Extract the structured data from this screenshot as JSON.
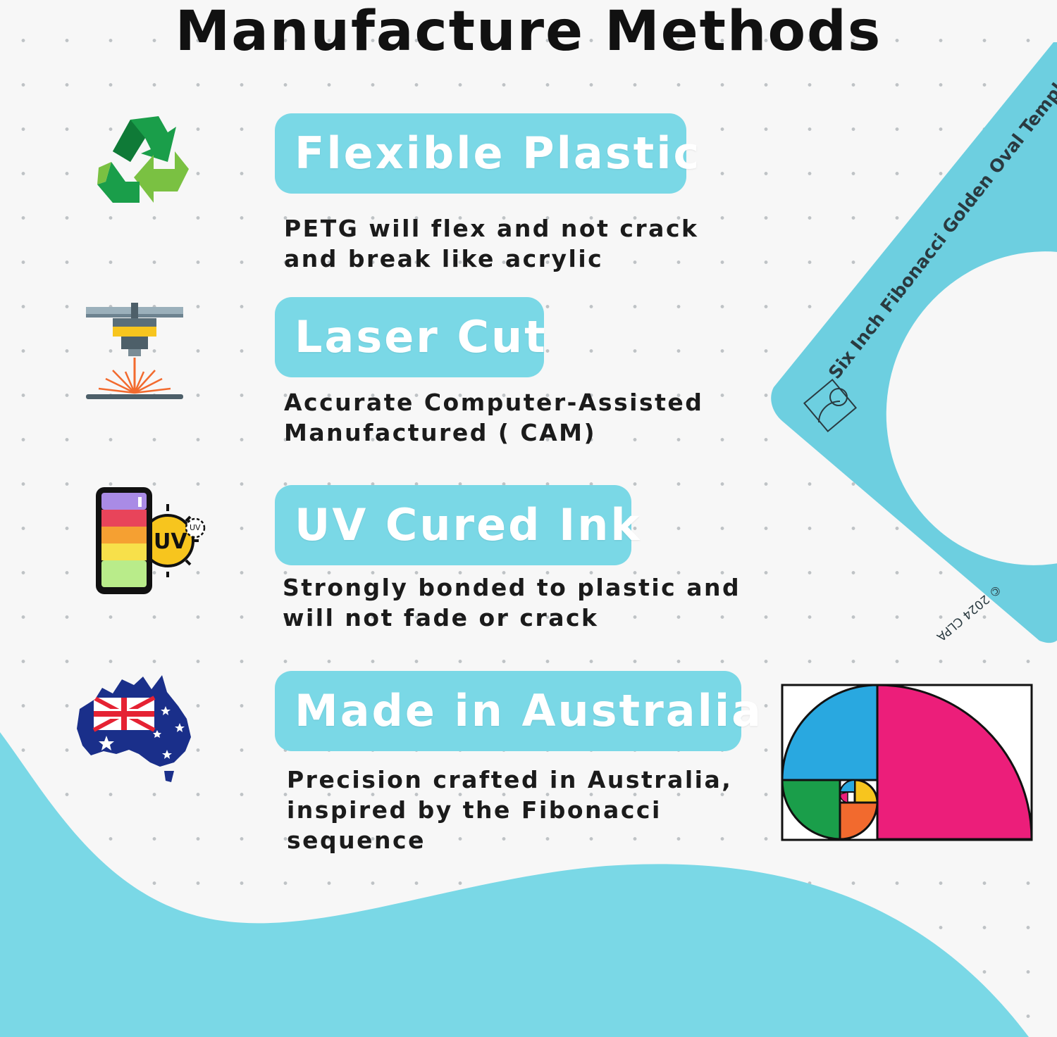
{
  "page": {
    "title": "Manufacture Methods"
  },
  "features": [
    {
      "icon": "recycle-icon",
      "heading": "Flexible Plastic",
      "description": "PETG will flex and not crack\nand break like acrylic"
    },
    {
      "icon": "laser-cutter-icon",
      "heading": "Laser Cut",
      "description": "Accurate Computer-Assisted\nManufactured ( CAM)"
    },
    {
      "icon": "uv-ink-icon",
      "heading": "UV Cured Ink",
      "description": "Strongly bonded to plastic and\nwill not fade or crack"
    },
    {
      "icon": "australia-flag-map-icon",
      "heading": "Made in Australia",
      "description": "Precision crafted in Australia,\ninspired by the Fibonacci\nsequence"
    }
  ],
  "product": {
    "template_label": "Six Inch Fibonacci Golden Oval Template",
    "copyright": "© 2024 CLPA",
    "uv_badge": "UV",
    "uv_badge_small": "UV"
  },
  "colors": {
    "accent": "#7ad8e6",
    "template": "#6dcfe0",
    "spiral_blue": "#29a8e0",
    "spiral_pink": "#ec1e7a",
    "spiral_green": "#1a9e4a",
    "spiral_orange": "#f26a2e",
    "spiral_yellow": "#f7c51e"
  }
}
